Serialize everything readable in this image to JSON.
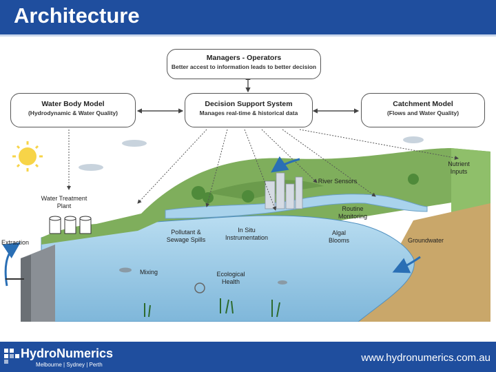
{
  "header": {
    "title": "Architecture"
  },
  "diagram": {
    "boxes": {
      "managers": {
        "title": "Managers - Operators",
        "subtitle": "Better accest to information leads to better decision"
      },
      "water_body": {
        "title": "Water Body Model",
        "subtitle": "(Hydrodynamic & Water Quality)"
      },
      "dss": {
        "title": "Decision Support System",
        "subtitle": "Manages real-time & historical data"
      },
      "catchment": {
        "title": "Catchment Model",
        "subtitle": "(Flows and Water Quality)"
      }
    },
    "labels": {
      "water_treatment": "Water Treatment Plant",
      "extraction": "Extraction",
      "pollutant": "Pollutant & Sewage Spills",
      "in_situ": "In Situ Instrumentation",
      "river_sensors": "River Sensors",
      "routine": "Routine Monitoring",
      "algal": "Algal Blooms",
      "groundwater": "Groundwater",
      "nutrient": "Nutrient Inputs",
      "mixing": "Mixing",
      "ecological": "Ecological Health"
    }
  },
  "footer": {
    "brand": "HydroNumerics",
    "cities": "Melbourne | Sydney | Perth",
    "url": "www.hydronumerics.com.au"
  },
  "colors": {
    "header_bg": "#1f4e9e",
    "water": "#a9d3ec",
    "land": "#7fae5c",
    "soil": "#c9a76a"
  }
}
